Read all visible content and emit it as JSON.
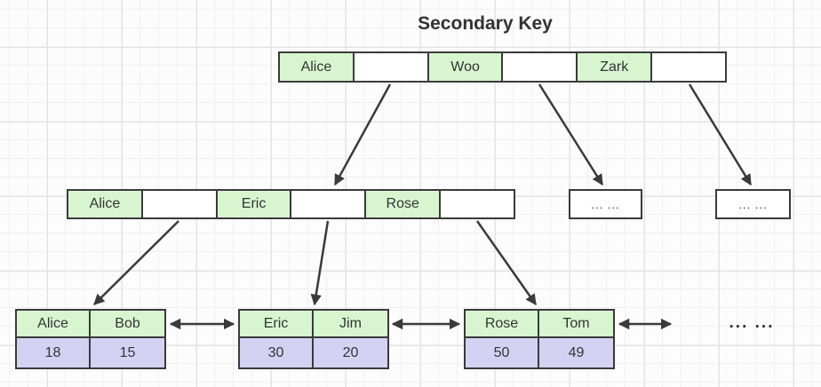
{
  "title": "Secondary Key",
  "root_node": {
    "cells": [
      "Alice",
      "",
      "Woo",
      "",
      "Zark",
      ""
    ]
  },
  "internal_node": {
    "cells": [
      "Alice",
      "",
      "Eric",
      "",
      "Rose",
      ""
    ]
  },
  "ellipsis_box_1": "... ...",
  "ellipsis_box_2": "... ...",
  "leaf_nodes": [
    {
      "keys": [
        "Alice",
        "Bob"
      ],
      "values": [
        "18",
        "15"
      ]
    },
    {
      "keys": [
        "Eric",
        "Jim"
      ],
      "values": [
        "30",
        "20"
      ]
    },
    {
      "keys": [
        "Rose",
        "Tom"
      ],
      "values": [
        "50",
        "49"
      ]
    }
  ],
  "leaf_ellipsis": "... ...",
  "colors": {
    "key_cell_fill": "#d7f6d0",
    "value_cell_fill": "#d4d2f2",
    "border": "#3a3a3a",
    "text": "#333333",
    "canvas_bg": "#fcfcfc"
  }
}
